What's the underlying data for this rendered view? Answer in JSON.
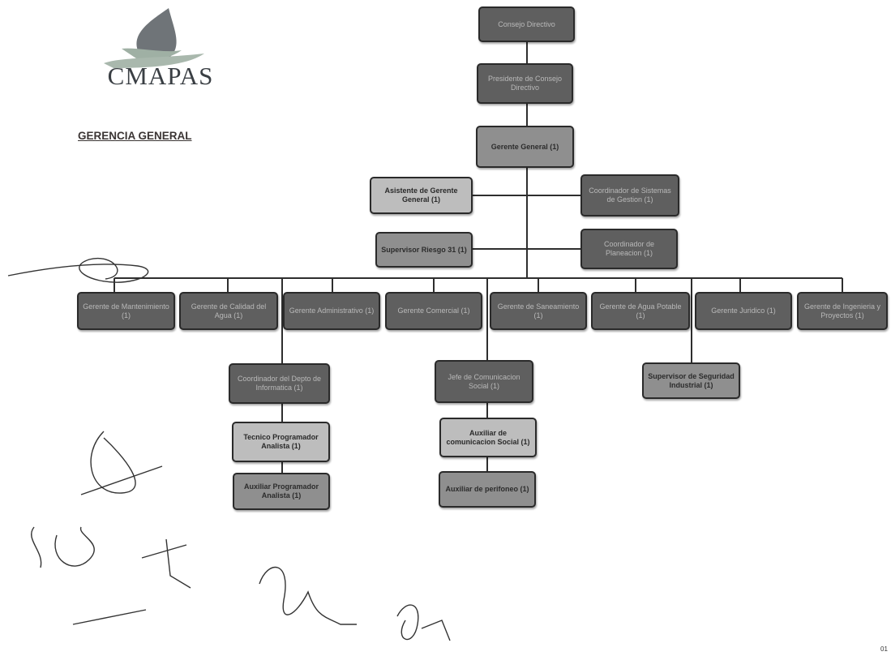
{
  "org": {
    "name": "CMAPAS",
    "section": "GERENCIA GENERAL",
    "page_number": "01"
  },
  "nodes": {
    "consejo": "Consejo Directivo",
    "presidente": "Presidente de Consejo Directivo",
    "gerente_general": "Gerente General (1)",
    "asistente": "Asistente de Gerente General (1)",
    "coordinador_sistemas": "Coordinador de Sistemas de Gestion (1)",
    "supervisor_riesgo": "Supervisor Riesgo 31 (1)",
    "coordinador_planeacion": "Coordinador de Planeacion (1)",
    "gerente_mantenimiento": "Gerente de Mantenimiento (1)",
    "gerente_calidad": "Gerente de Calidad del Agua (1)",
    "gerente_administrativo": "Gerente Administrativo (1)",
    "gerente_comercial": "Gerente Comercial (1)",
    "gerente_saneamiento": "Gerente de Saneamiento (1)",
    "gerente_agua_potable": "Gerente de Agua Potable (1)",
    "gerente_juridico": "Gerente Juridico (1)",
    "gerente_ingenieria": "Gerente de Ingenieria y Proyectos (1)",
    "coordinador_informatica": "Coordinador del Depto de Informatica (1)",
    "tecnico_programador": "Tecnico Programador Analista (1)",
    "auxiliar_programador": "Auxiliar Programador Analista (1)",
    "jefe_comunicacion": "Jefe de Comunicacion Social (1)",
    "auxiliar_comunicacion": "Auxiliar de comunicacion Social (1)",
    "auxiliar_perifoneo": "Auxiliar de perifoneo (1)",
    "supervisor_seguridad": "Supervisor de Seguridad Industrial (1)"
  },
  "colors": {
    "dark_box": "#5f5f5f",
    "mid_box": "#8f8f8f",
    "light_box": "#bdbdbd",
    "logo_drop": "#6f7478",
    "logo_hand": "#9fb0a4"
  }
}
